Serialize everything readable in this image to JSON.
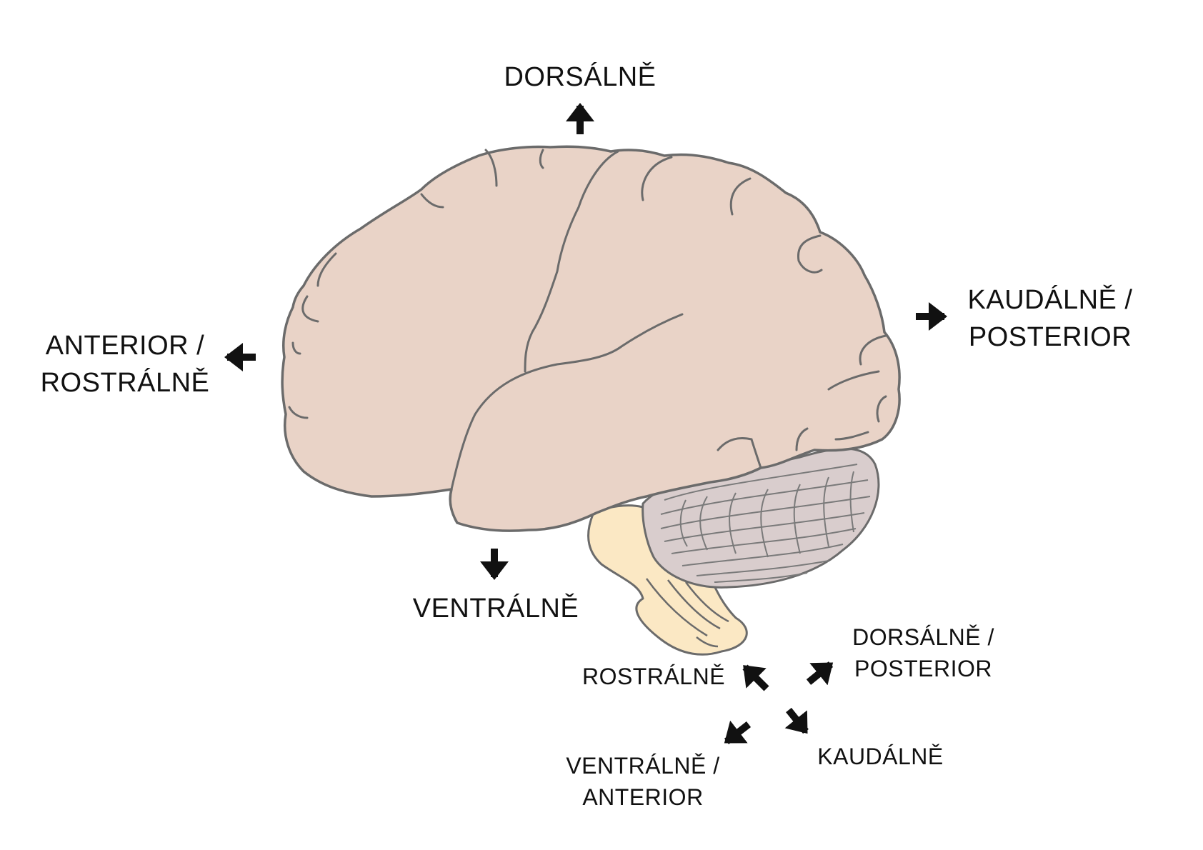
{
  "labels": {
    "dorsal": "DORSÁLNĚ",
    "anterior_line1": "ANTERIOR /",
    "anterior_line2": "ROSTRÁLNĚ",
    "caudal_line1": "KAUDÁLNĚ /",
    "caudal_line2": "POSTERIOR",
    "ventral": "VENTRÁLNĚ",
    "stem_rostral": "ROSTRÁLNĚ",
    "stem_dorsal_line1": "DORSÁLNĚ /",
    "stem_dorsal_line2": "POSTERIOR",
    "stem_caudal": "KAUDÁLNĚ",
    "stem_ventral_line1": "VENTRÁLNĚ /",
    "stem_ventral_line2": "ANTERIOR"
  },
  "icons": {
    "arrow_up": "arrow-up-icon",
    "arrow_left": "arrow-left-icon",
    "arrow_right": "arrow-right-icon",
    "arrow_down": "arrow-down-icon",
    "arrow_up_left": "arrow-up-left-icon",
    "arrow_up_right": "arrow-up-right-icon",
    "arrow_down_left": "arrow-down-left-icon",
    "arrow_down_right": "arrow-down-right-icon"
  },
  "colors": {
    "cerebrum": "#e9d3c7",
    "cerebellum": "#d9cdcd",
    "brainstem": "#fbe8c4",
    "outline": "#6b6b6b",
    "arrow": "#111111"
  }
}
